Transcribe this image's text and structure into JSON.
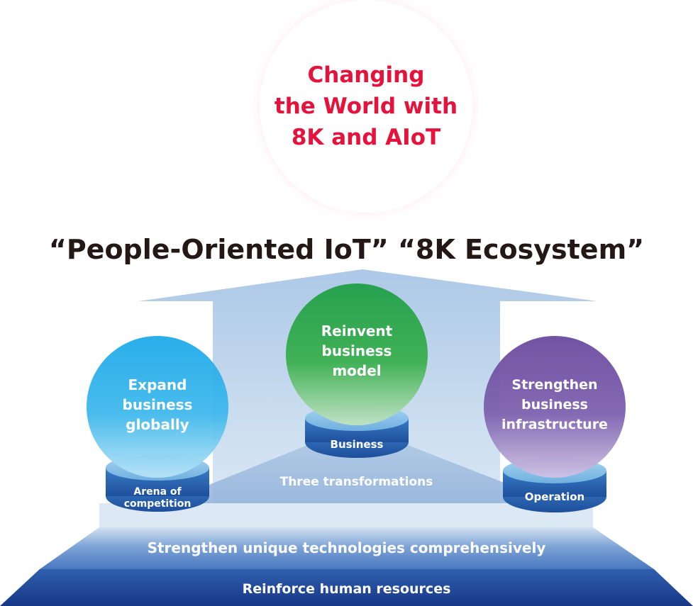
{
  "vision": {
    "line1": "Changing",
    "line2": "the World with",
    "line3": "8K and AIoT"
  },
  "headline": "“People-Oriented IoT” “8K Ecosystem”",
  "strategies": {
    "global": {
      "line1": "Expand",
      "line2": "business",
      "line3": "globally"
    },
    "model": {
      "line1": "Reinvent",
      "line2": "business",
      "line3": "model"
    },
    "infra": {
      "line1": "Strengthen",
      "line2": "business",
      "line3": "infrastructure"
    }
  },
  "bases": {
    "arena": {
      "line1": "Arena of",
      "line2": "competition"
    },
    "business": "Business",
    "operation": "Operation"
  },
  "transformations": "Three transformations",
  "foundation": {
    "technologies": "Strengthen unique technologies comprehensively",
    "human_resources": "Reinforce human resources"
  },
  "colors": {
    "vision_red": "#e5123b",
    "global_blue": "#29a9e6",
    "model_green": "#22a447",
    "infra_purple": "#6f4da2",
    "foundation_navy": "#1d3e8f"
  }
}
